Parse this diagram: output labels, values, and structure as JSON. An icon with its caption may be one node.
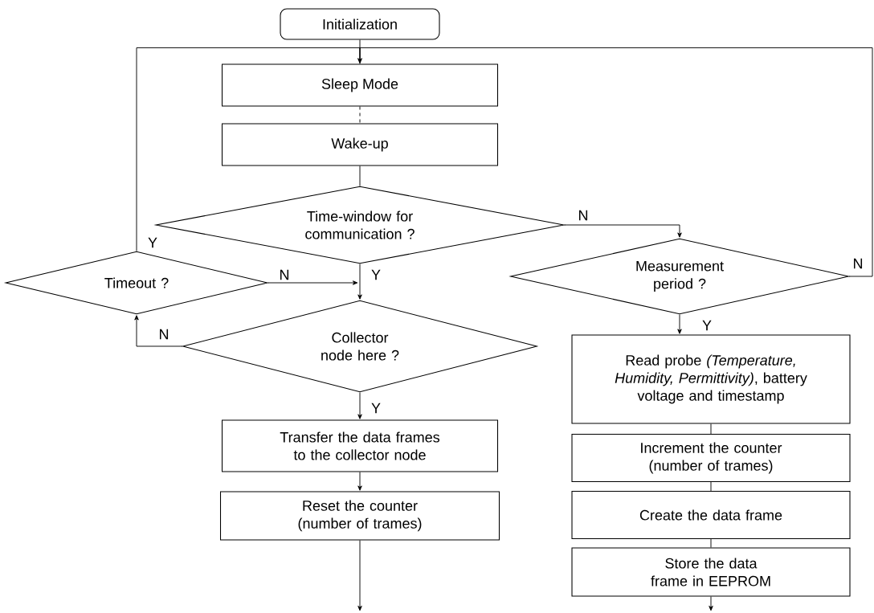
{
  "diagram": {
    "nodes": [
      {
        "text": [
          "Initialization"
        ]
      },
      {
        "text": [
          "Sleep Mode"
        ]
      },
      {
        "text": [
          "Wake-up"
        ]
      },
      {
        "text": [
          "Time-window for communication ?"
        ]
      },
      {
        "text": [
          "Timeout ?"
        ]
      },
      {
        "text": [
          "Measurement period ?"
        ]
      },
      {
        "text": [
          "Collector node here ?"
        ]
      },
      {
        "text": [
          "Transfer the data frames to the collector node"
        ]
      },
      {
        "text": [
          "Reset the counter (number of trames)"
        ]
      },
      {
        "text": [
          "Read probe *(Temperature, Humidity, Permittivity)*, battery voltage and timestamp"
        ]
      },
      {
        "text": [
          "Increment the counter (number of trames)"
        ]
      },
      {
        "text": [
          "Create the data frame"
        ]
      },
      {
        "text": [
          "Store the data frame in EEPROM"
        ]
      }
    ],
    "edges": [
      {
        "from": 0,
        "to": 1,
        "arrow": "none"
      },
      {
        "from": 4,
        "to": 1,
        "arrow": "to",
        "label": "Y"
      },
      {
        "from": 5,
        "to": 1,
        "arrow": "to",
        "label": "N"
      },
      {
        "from": 1,
        "to": 2,
        "arrow": "none",
        "style": "dashed"
      },
      {
        "from": 2,
        "to": 3,
        "arrow": "none"
      },
      {
        "from": 3,
        "to": 5,
        "arrow": "to",
        "label": "N"
      },
      {
        "from": 3,
        "to": 6,
        "arrow": "to",
        "label": "Y"
      },
      {
        "from": 4,
        "to": 6,
        "arrow": "to",
        "label": "N"
      },
      {
        "from": 6,
        "to": 4,
        "arrow": "to",
        "label": "N"
      },
      {
        "from": 6,
        "to": 7,
        "arrow": "to",
        "label": "Y"
      },
      {
        "from": 7,
        "to": 8,
        "arrow": "to"
      },
      {
        "from": 5,
        "to": 9,
        "arrow": "to",
        "label": "Y"
      },
      {
        "from": 9,
        "to": 10,
        "arrow": "none"
      },
      {
        "from": 10,
        "to": 11,
        "arrow": "none"
      },
      {
        "from": 11,
        "to": 12,
        "arrow": "none"
      },
      {
        "from": 8,
        "to": null,
        "arrow": "to"
      },
      {
        "from": 12,
        "to": null,
        "arrow": "to"
      }
    ]
  }
}
